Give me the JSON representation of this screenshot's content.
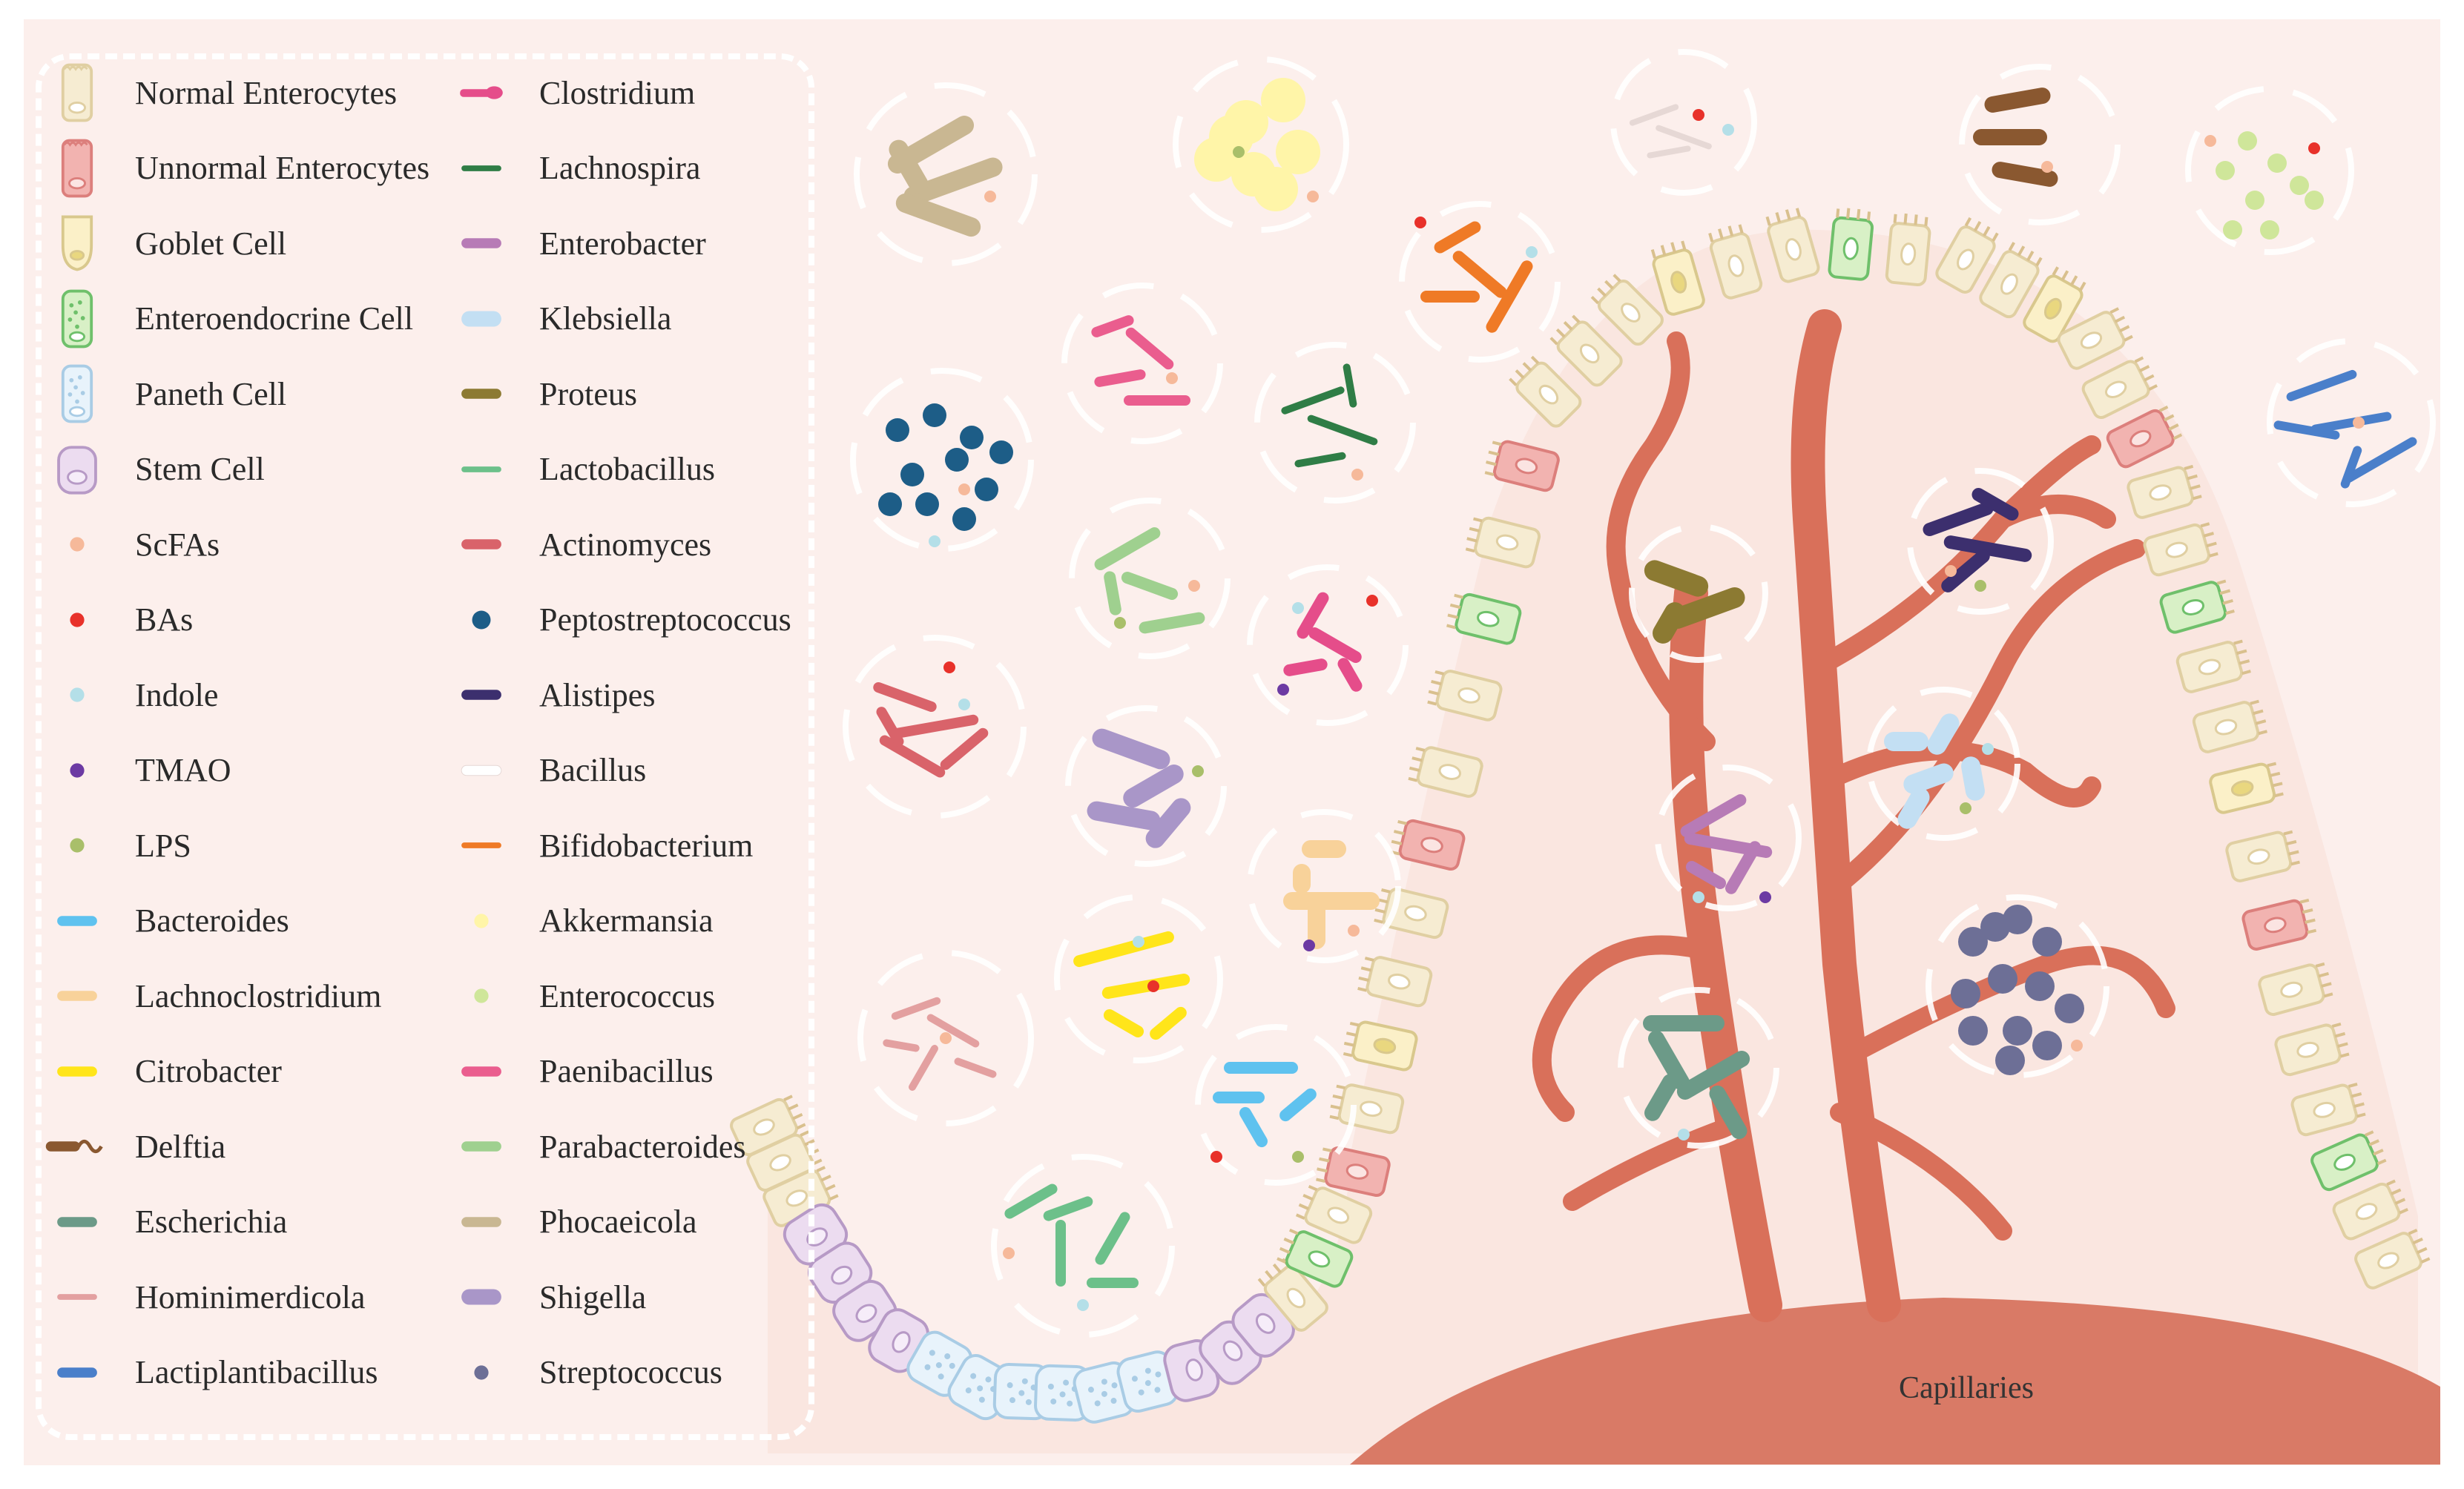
{
  "legend_left": [
    {
      "label": "Normal Enterocytes",
      "icon": "normal-enterocyte-icon",
      "kind": "cell",
      "fill": "#f6ecd2",
      "stroke": "#e0cfa2",
      "nucleus": "#ffffff"
    },
    {
      "label": "Unnormal Enterocytes",
      "icon": "unnormal-enterocyte-icon",
      "kind": "cell",
      "fill": "#f2b3b0",
      "stroke": "#dc7f7c",
      "nucleus": "#fbe4e2"
    },
    {
      "label": "Goblet Cell",
      "icon": "goblet-cell-icon",
      "kind": "goblet",
      "fill": "#fbf0c8",
      "stroke": "#d9c88d",
      "nucleus": "#e9d77f"
    },
    {
      "label": "Enteroendocrine Cell",
      "icon": "enteroendocrine-cell-icon",
      "kind": "dotted-cell",
      "fill": "#d8f0c6",
      "stroke": "#6fc06b",
      "nucleus": "#ffffff"
    },
    {
      "label": "Paneth Cell",
      "icon": "paneth-cell-icon",
      "kind": "dotted-cell",
      "fill": "#e8f3fb",
      "stroke": "#a9cce5",
      "nucleus": "#ffffff"
    },
    {
      "label": "Stem Cell",
      "icon": "stem-cell-icon",
      "kind": "stem",
      "fill": "#ecdcf0",
      "stroke": "#b79ac6",
      "nucleus": "#f6edf9"
    },
    {
      "label": "ScFAs",
      "icon": "scfas-dot-icon",
      "kind": "dot",
      "fill": "#f6b99a"
    },
    {
      "label": "BAs",
      "icon": "bas-dot-icon",
      "kind": "dot",
      "fill": "#e8312a"
    },
    {
      "label": "Indole",
      "icon": "indole-dot-icon",
      "kind": "dot",
      "fill": "#b4dfe8"
    },
    {
      "label": "TMAO",
      "icon": "tmao-dot-icon",
      "kind": "dot",
      "fill": "#6c3aa3"
    },
    {
      "label": "LPS",
      "icon": "lps-dot-icon",
      "kind": "dot",
      "fill": "#a9bf6a"
    },
    {
      "label": "Bacteroides",
      "icon": "bacteroides-rod-icon",
      "kind": "rod",
      "fill": "#5fc2ef"
    },
    {
      "label": "Lachnoclostridium",
      "icon": "lachnoclostridium-rod-icon",
      "kind": "rod",
      "fill": "#f8d29a"
    },
    {
      "label": "Citrobacter",
      "icon": "citrobacter-rod-icon",
      "kind": "rod",
      "fill": "#ffe51a"
    },
    {
      "label": "Delftia",
      "icon": "delftia-rod-icon",
      "kind": "flagellum",
      "fill": "#8a5830"
    },
    {
      "label": "Escherichia",
      "icon": "escherichia-rod-icon",
      "kind": "rod",
      "fill": "#6c9a88"
    },
    {
      "label": "Hominimerdicola",
      "icon": "hominimerdicola-rod-icon",
      "kind": "thin",
      "fill": "#e3a0a0"
    },
    {
      "label": "Lactiplantibacillus",
      "icon": "lactiplantibacillus-rod-icon",
      "kind": "rod",
      "fill": "#4a7fca"
    }
  ],
  "legend_right": [
    {
      "label": "Clostridium",
      "icon": "clostridium-icon",
      "kind": "spore",
      "fill": "#e54d8a"
    },
    {
      "label": "Lachnospira",
      "icon": "lachnospira-icon",
      "kind": "thin",
      "fill": "#2f7d46"
    },
    {
      "label": "Enterobacter",
      "icon": "enterobacter-icon",
      "kind": "rod",
      "fill": "#b77bb6"
    },
    {
      "label": "Klebsiella",
      "icon": "klebsiella-icon",
      "kind": "fat",
      "fill": "#c3dff3"
    },
    {
      "label": "Proteus",
      "icon": "proteus-icon",
      "kind": "rod",
      "fill": "#8c7a32"
    },
    {
      "label": "Lactobacillus",
      "icon": "lactobacillus-icon",
      "kind": "thin",
      "fill": "#6cc08a"
    },
    {
      "label": "Actinomyces",
      "icon": "actinomyces-icon",
      "kind": "rod",
      "fill": "#d9636a"
    },
    {
      "label": "Peptostreptococcus",
      "icon": "peptostreptococcus-icon",
      "kind": "dot",
      "fill": "#1d5d87"
    },
    {
      "label": "Alistipes",
      "icon": "alistipes-icon",
      "kind": "rod",
      "fill": "#3c2f6e"
    },
    {
      "label": "Bacillus",
      "icon": "bacillus-icon",
      "kind": "rod",
      "fill": "#ffffff"
    },
    {
      "label": "Bifidobacterium",
      "icon": "bifidobacterium-icon",
      "kind": "thin",
      "fill": "#ef7a26"
    },
    {
      "label": "Akkermansia",
      "icon": "akkermansia-icon",
      "kind": "dot",
      "fill": "#fff5a8"
    },
    {
      "label": "Enterococcus",
      "icon": "enterococcus-icon",
      "kind": "dot",
      "fill": "#cfe69a"
    },
    {
      "label": "Paenibacillus",
      "icon": "paenibacillus-icon",
      "kind": "rod",
      "fill": "#ea5d8e"
    },
    {
      "label": "Parabacteroides",
      "icon": "parabacteroides-icon",
      "kind": "rod",
      "fill": "#9fd08f"
    },
    {
      "label": "Phocaeicola",
      "icon": "phocaeicola-icon",
      "kind": "rod",
      "fill": "#c9b792"
    },
    {
      "label": "Shigella",
      "icon": "shigella-icon",
      "kind": "fat",
      "fill": "#a996c8"
    },
    {
      "label": "Streptococcus",
      "icon": "streptococcus-icon",
      "kind": "dot",
      "fill": "#6d6f96"
    }
  ],
  "diagram": {
    "capillaries_label": "Capillaries",
    "colors": {
      "panel": "#fcefec",
      "vessel": "#d9705a",
      "vessel_base": "#d97a66",
      "mucosa": "#f7dfd7",
      "halo": "#ffffff"
    }
  }
}
